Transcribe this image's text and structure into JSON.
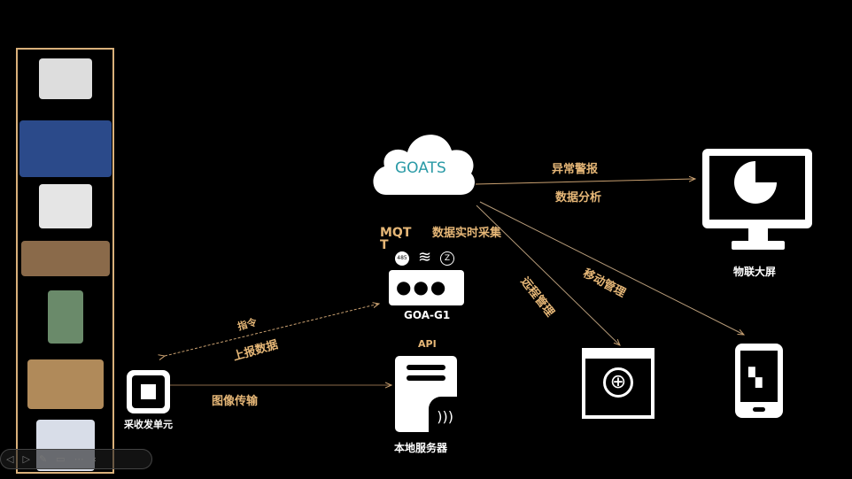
{
  "cloud": {
    "label": "GOATS"
  },
  "labels": {
    "alarm": "异常警报",
    "analysis": "数据分析",
    "realtime": "数据实时采集",
    "mqtt": "MQTT",
    "remote": "远程管理",
    "mobile": "移动管理",
    "command": "指令",
    "report": "上报数据",
    "image": "图像传输",
    "api": "API"
  },
  "devices": {
    "gateway": "GOA-G1",
    "gateway_icon_485": "485",
    "screen": "物联大屏",
    "server": "本地服务器",
    "unit": "采收发单元"
  },
  "colors": {
    "accent": "#e6b777",
    "cloud_text": "#2a9aa6",
    "panel_border": "#d9b07a"
  }
}
